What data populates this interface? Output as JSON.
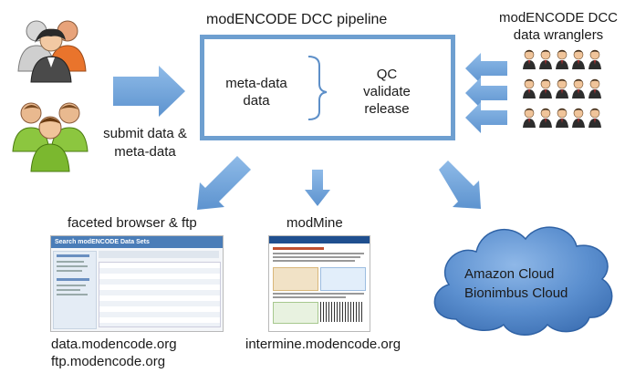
{
  "title": "modENCODE DCC pipeline",
  "pipeline": {
    "left_lines": [
      "meta-data",
      "data"
    ],
    "right_lines": [
      "QC",
      "validate",
      "release"
    ]
  },
  "submit": {
    "lines": [
      "submit data &",
      "meta-data"
    ]
  },
  "wranglers": {
    "lines": [
      "modENCODE DCC",
      "data wranglers"
    ]
  },
  "outputs": {
    "faceted": {
      "label": "faceted browser & ftp",
      "urls": [
        "data.modencode.org",
        "ftp.modencode.org"
      ],
      "screenshot_title": "Search modENCODE Data Sets"
    },
    "modmine": {
      "label": "modMine",
      "urls": [
        "intermine.modencode.org"
      ]
    },
    "cloud": {
      "lines": [
        "Amazon Cloud",
        "Bionimbus Cloud"
      ]
    }
  },
  "colors": {
    "accent": "#6e9fd0",
    "arrow": "#6fa1d6",
    "cloud_fill": "#5b8fcf",
    "cloud_edge": "#3b6fb0"
  },
  "icons": [
    "users-group-icon",
    "users-group-icon",
    "people-grid-icon"
  ]
}
